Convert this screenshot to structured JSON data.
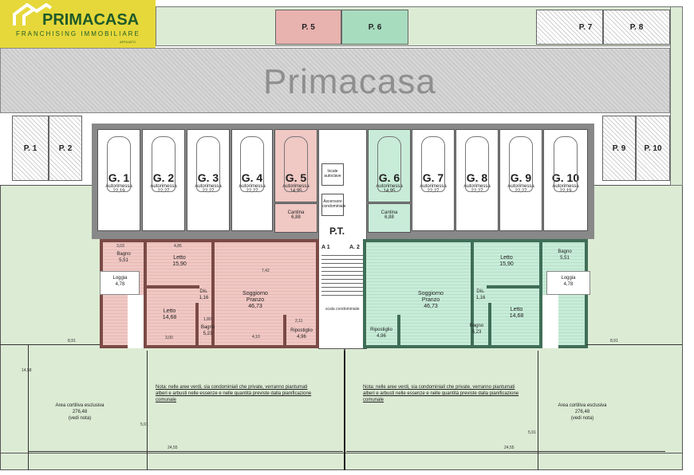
{
  "logo": {
    "brand": "PRIMACASA",
    "tagline": "FRANCHISING IMMOBILIARE",
    "sub": "AFFILIATO"
  },
  "watermark": "Primacasa",
  "colors": {
    "logo_bg": "#e6d83a",
    "brand_green": "#1e5a2a",
    "pink": "#f0c8c4",
    "green": "#c8ecd8",
    "garden": "#dcebd4"
  },
  "parking": [
    "P. 1",
    "P. 2",
    "P. 5",
    "P. 6",
    "P. 7",
    "P. 8",
    "P. 9",
    "P. 10"
  ],
  "garages": [
    {
      "label": "G. 1",
      "type": "Autorimessa",
      "area": "22,19"
    },
    {
      "label": "G. 2",
      "type": "Autorimessa",
      "area": "22,27"
    },
    {
      "label": "G. 3",
      "type": "Autorimessa",
      "area": "22,27"
    },
    {
      "label": "G. 4",
      "type": "Autorimessa",
      "area": "22,27"
    },
    {
      "label": "G. 5",
      "type": "Autorimessa",
      "area": "14,95"
    },
    {
      "label": "G. 6",
      "type": "Autorimessa",
      "area": "14,95"
    },
    {
      "label": "G. 7",
      "type": "Autorimessa",
      "area": "22,27"
    },
    {
      "label": "G. 8",
      "type": "Autorimessa",
      "area": "22,27"
    },
    {
      "label": "G. 9",
      "type": "Autorimessa",
      "area": "22,27"
    },
    {
      "label": "G. 10",
      "type": "Autorimessa",
      "area": "22,19"
    }
  ],
  "core": {
    "floor": "P.T.",
    "locale": "locale autoclave",
    "ascensore": "Ascensore condominiale",
    "scala": "scala condominiale",
    "a1": "A 1",
    "a2": "A. 2"
  },
  "cantina": {
    "label": "Cantina",
    "area": "6,88"
  },
  "apartment": {
    "bagno1": "Bagno",
    "bagno1_area": "5,51",
    "letto1": "Letto",
    "letto1_area": "15,90",
    "loggia": "Loggia",
    "loggia_area": "4,78",
    "dis": "Dis.",
    "dis_area": "1,16",
    "letto2": "Letto",
    "letto2_area": "14,68",
    "bagno2": "Bagno",
    "bagno2_area": "5,23",
    "soggiorno": "Soggiorno",
    "pranzo": "Pranzo",
    "soggiorno_area": "46,73",
    "ripostiglio": "Ripostiglio",
    "ripostiglio_area": "4,96"
  },
  "dims": {
    "d1": "3,03",
    "d2": "4,85",
    "d3": "7,42",
    "d4": "3,00",
    "d5": "4,10",
    "d6": "2,11",
    "d7": "1,80",
    "d8": "24,55",
    "d9": "8,91",
    "d10": "5,91",
    "d11": "14,58"
  },
  "note": "Nota: nelle aree verdi, sia condominiali che private, verranno piantumati alberi e arbusti nelle essenze e nelle quantità previste dalla pianificazione comunale",
  "area_cortiliva": {
    "label": "Area cortiliva esclusiva",
    "area": "276,48",
    "ref": "(vedi nota)"
  }
}
